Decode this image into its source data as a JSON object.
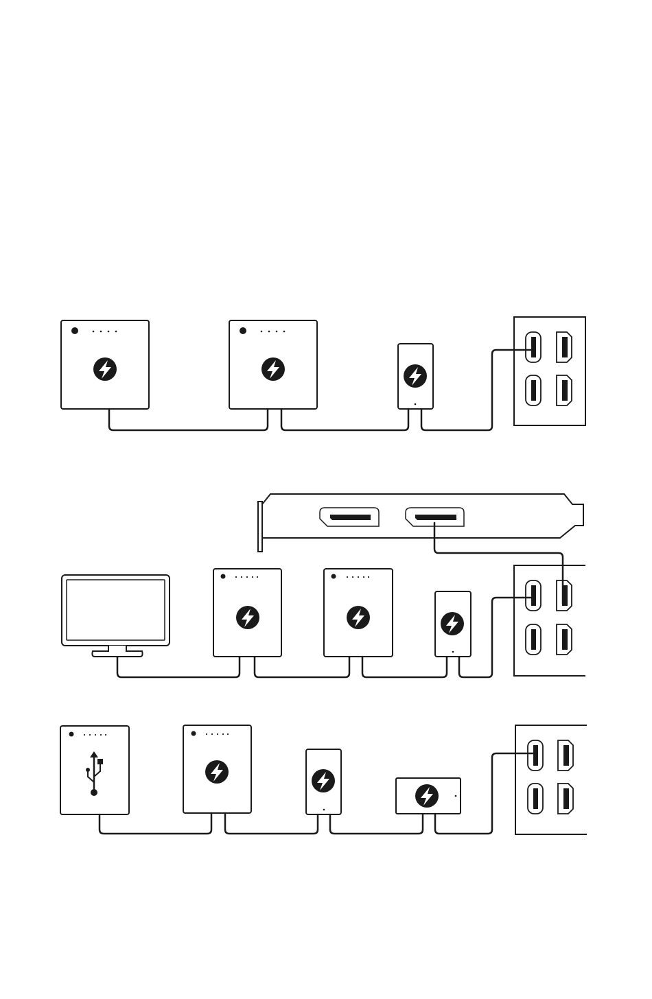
{
  "diagrams": [
    {
      "id": "daisy-chain-basic",
      "devices": [
        "thunderbolt-device",
        "thunderbolt-device",
        "thunderbolt-adapter",
        "host-io-panel"
      ]
    },
    {
      "id": "daisy-chain-display",
      "devices": [
        "monitor",
        "thunderbolt-device",
        "thunderbolt-device",
        "thunderbolt-adapter",
        "host-io-panel",
        "graphics-card-bracket"
      ]
    },
    {
      "id": "daisy-chain-usb",
      "devices": [
        "usb-device",
        "thunderbolt-device",
        "thunderbolt-adapter",
        "thunderbolt-dock",
        "host-io-panel"
      ]
    }
  ],
  "icons": {
    "thunderbolt": "thunderbolt-icon",
    "usb": "usb-icon",
    "port": "thunderbolt-port-icon",
    "displayport": "displayport-icon"
  },
  "colors": {
    "line": "#1a1a1a",
    "background": "#ffffff"
  }
}
